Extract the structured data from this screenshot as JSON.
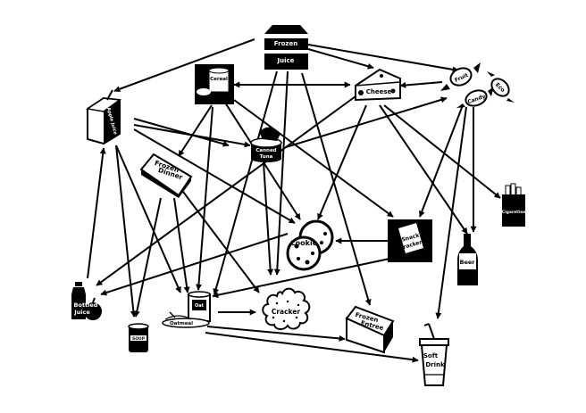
{
  "nodes": {
    "frozen_juice": {
      "line1": "Frozen",
      "line2": "Juice"
    },
    "cheese": {
      "label": "Cheese"
    },
    "candy": {
      "line1": "Fruit",
      "line2": "Candy",
      "line3": "Eco"
    },
    "cereal": {
      "label": "Cereal"
    },
    "apple_juice": {
      "label": "Apple Juice"
    },
    "canned_tuna": {
      "line1": "Canned",
      "line2": "Tuna"
    },
    "frozen_dinner": {
      "line1": "Frozen",
      "line2": "Dinner"
    },
    "cigarettes": {
      "label": "Cigarettes"
    },
    "cookie": {
      "label": "Cookie"
    },
    "snack_crackers": {
      "line1": "Snack",
      "line2": "Crackers"
    },
    "beer": {
      "label": "Beer"
    },
    "bottled_juice": {
      "line1": "Bottled",
      "line2": "Juice"
    },
    "oatmeal": {
      "label": "Oatmeal",
      "tin": "Oat"
    },
    "cracker": {
      "label": "Cracker"
    },
    "soup": {
      "label": "SOUP"
    },
    "frozen_entree": {
      "line1": "Frozen",
      "line2": "Entree"
    },
    "soft_drink": {
      "line1": "Soft",
      "line2": "Drink"
    }
  }
}
